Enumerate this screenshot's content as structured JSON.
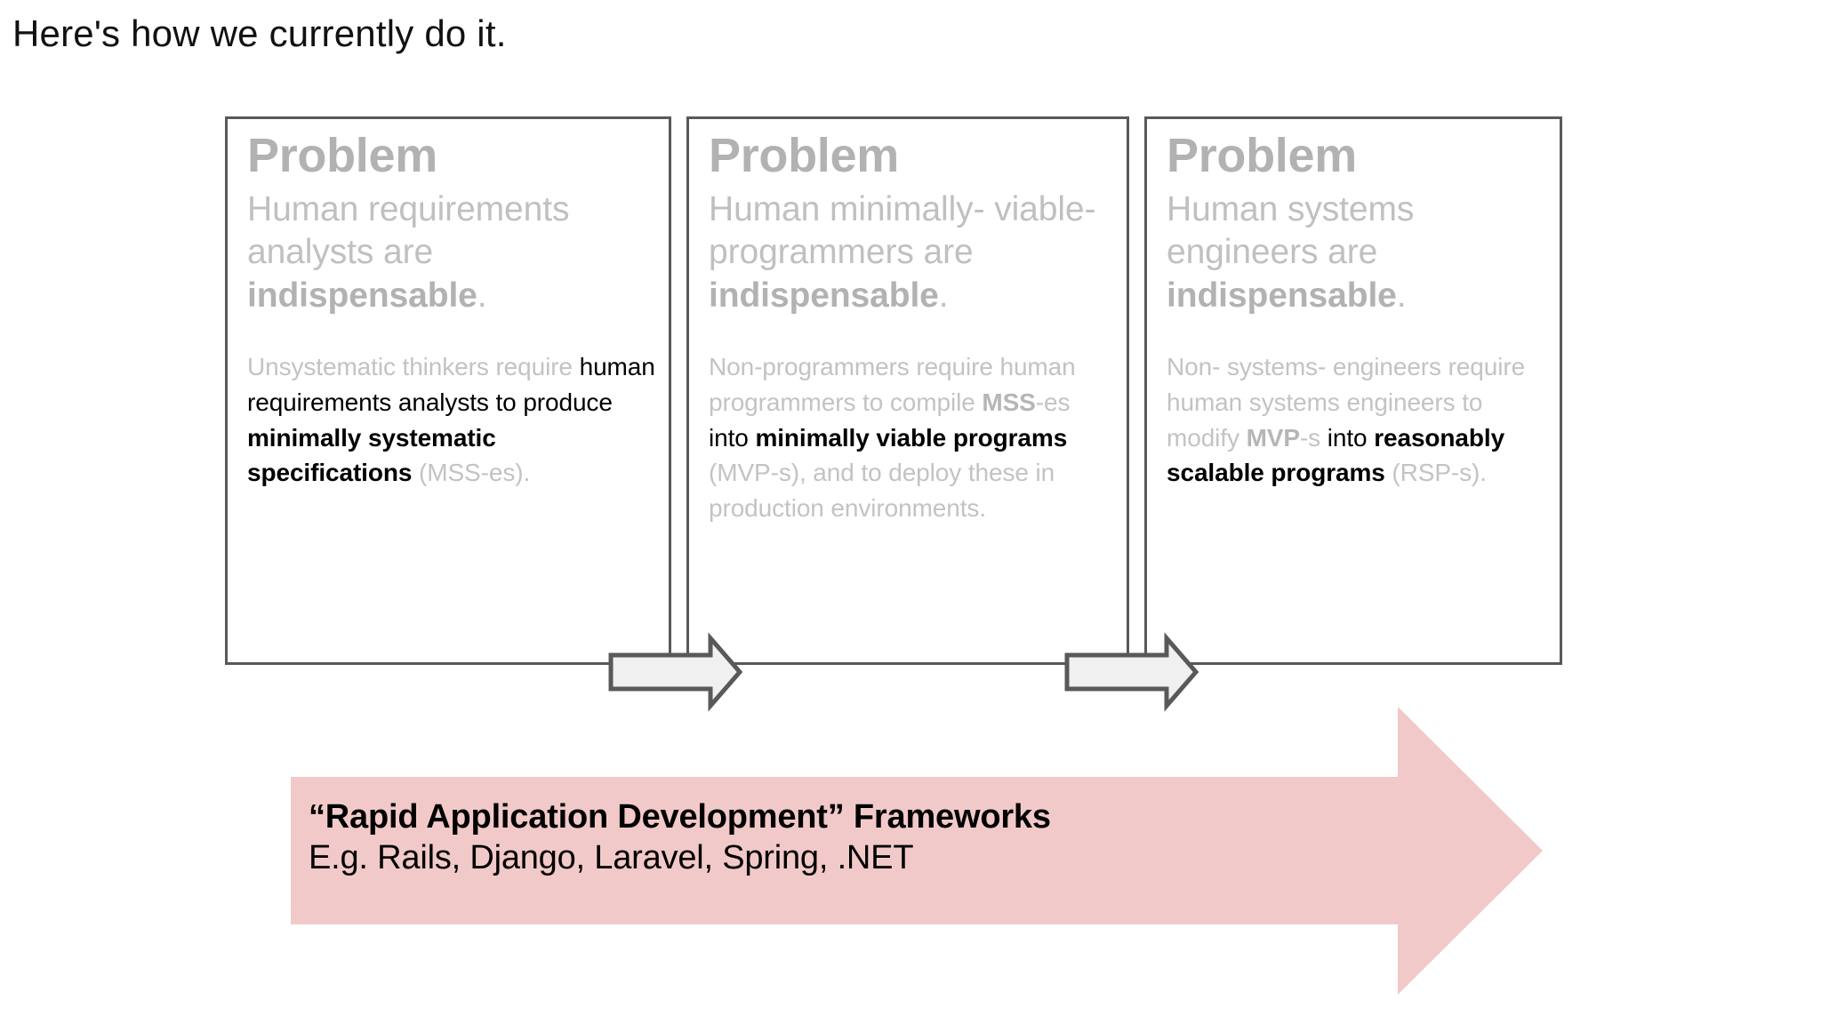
{
  "slide": {
    "title": "Here's how we currently do it.",
    "background_color": "#ffffff"
  },
  "colors": {
    "panel_border": "#595959",
    "heading_gray": "#b2b2b2",
    "tagline_gray": "#c0c0c0",
    "body_dim_gray": "#c3c3c3",
    "body_lit_black": "#000000",
    "connector_fill": "#f0f0f0",
    "connector_stroke": "#595959",
    "rad_arrow_pink": "#f2c9c9"
  },
  "panels": [
    {
      "heading": "Problem",
      "tagline_pre": "Human requirements analysts are ",
      "tagline_bold": "indispensable",
      "tagline_post": ".",
      "body_runs": [
        {
          "text": "Unsystematic thinkers require ",
          "style": "dim"
        },
        {
          "text": "human requirements analysts to produce ",
          "style": "lit"
        },
        {
          "text": "minimally systematic specifications",
          "style": "litb"
        },
        {
          "text": " (MSS-es).",
          "style": "dim"
        }
      ]
    },
    {
      "heading": "Problem",
      "tagline_pre": "Human minimally- viable- programmers are ",
      "tagline_bold": "indispensable",
      "tagline_post": ".",
      "body_runs": [
        {
          "text": "Non-programmers require human programmers to compile ",
          "style": "dim"
        },
        {
          "text": "MSS",
          "style": "dimb"
        },
        {
          "text": "-es ",
          "style": "dim"
        },
        {
          "text": "into ",
          "style": "lit"
        },
        {
          "text": "minimally viable programs",
          "style": "litb"
        },
        {
          "text": " (MVP-s), and to deploy these in production environments.",
          "style": "dim"
        }
      ]
    },
    {
      "heading": "Problem",
      "tagline_pre": "Human systems engineers are ",
      "tagline_bold": "indispensable",
      "tagline_post": ".",
      "body_runs": [
        {
          "text": "Non- systems- engineers require human systems engineers to modify ",
          "style": "dim"
        },
        {
          "text": "MVP",
          "style": "dimb"
        },
        {
          "text": "-s ",
          "style": "dim"
        },
        {
          "text": "into ",
          "style": "lit"
        },
        {
          "text": "reasonably scalable programs",
          "style": "litb"
        },
        {
          "text": " (RSP-s).",
          "style": "dim"
        }
      ]
    }
  ],
  "connector_arrows": [
    {
      "name": "connector-arrow-1",
      "from_panel": 0,
      "to_panel": 1
    },
    {
      "name": "connector-arrow-2",
      "from_panel": 1,
      "to_panel": 2
    }
  ],
  "rad_arrow": {
    "title": "“Rapid Application Development” Frameworks",
    "subtitle": "E.g. Rails, Django, Laravel, Spring, .NET",
    "fill": "#f2c9c9"
  }
}
